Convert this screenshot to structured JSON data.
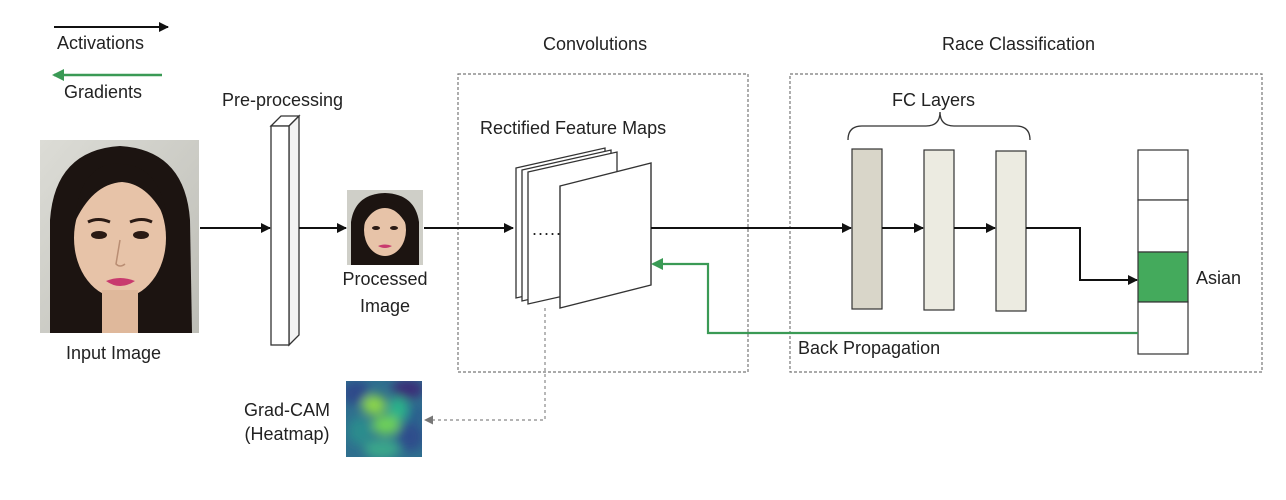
{
  "legend": {
    "activations": "Activations",
    "gradients": "Gradients"
  },
  "labels": {
    "preprocessing": "Pre-processing",
    "convolutions": "Convolutions",
    "race_classification": "Race Classification",
    "feature_maps": "Rectified Feature Maps",
    "fc_layers": "FC Layers",
    "input_image": "Input Image",
    "processed_image_line1": "Processed",
    "processed_image_line2": "Image",
    "asian": "Asian",
    "back_propagation": "Back Propagation",
    "gradcam_line1": "Grad-CAM",
    "gradcam_line2": "(Heatmap)",
    "ellipsis": "....."
  },
  "colors": {
    "arrow": "#111111",
    "gradient": "#3a9a55",
    "highlight_cell": "#44aa5c",
    "fc_layer_1": "#d9d6c9",
    "fc_layer_2": "#ecebe1",
    "dashed_box": "#666666"
  }
}
